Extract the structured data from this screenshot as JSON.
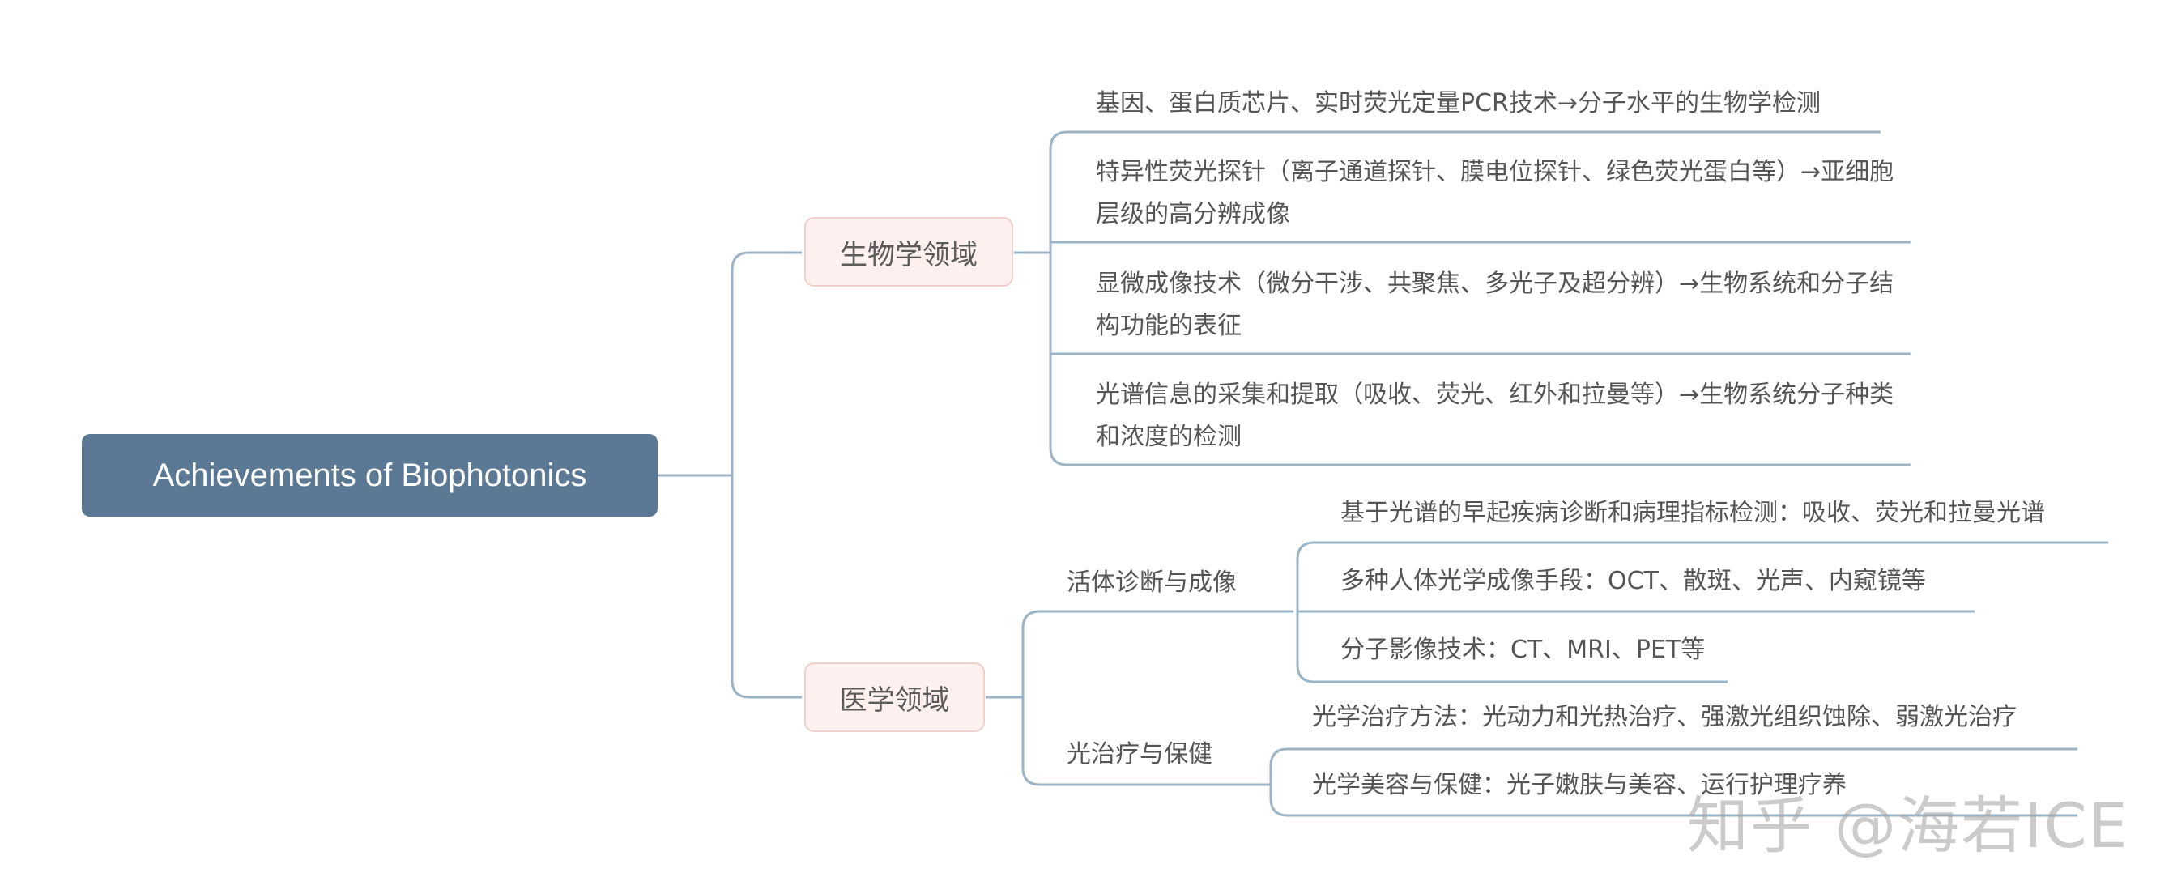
{
  "root": {
    "title": "Achievements of Biophotonics"
  },
  "bio": {
    "label": "生物学领域",
    "items": [
      "基因、蛋白质芯片、实时荧光定量PCR技术→分子水平的生物学检测",
      "特异性荧光探针（离子通道探针、膜电位探针、绿色荧光蛋白等）→亚细胞层级的高分辨成像",
      "显微成像技术（微分干涉、共聚焦、多光子及超分辨）→生物系统和分子结构功能的表征",
      "光谱信息的采集和提取（吸收、荧光、红外和拉曼等）→生物系统分子种类和浓度的检测"
    ]
  },
  "med": {
    "label": "医学领域",
    "diagnosis": {
      "label": "活体诊断与成像",
      "items": [
        "基于光谱的早起疾病诊断和病理指标检测：吸收、荧光和拉曼光谱",
        "多种人体光学成像手段：OCT、散斑、光声、内窥镜等",
        "分子影像技术：CT、MRI、PET等"
      ]
    },
    "therapy": {
      "label": "光治疗与保健",
      "items": [
        "光学治疗方法：光动力和光热治疗、强激光组织蚀除、弱激光治疗",
        "光学美容与保健：光子嫩肤与美容、运行护理疗养"
      ]
    }
  },
  "watermark": "知乎 @海若ICE",
  "colors": {
    "root_bg": "#5b7894",
    "branch_bg": "#fdf0ef",
    "branch_border": "#f0cfcc",
    "connector": "#9cb4c7",
    "text": "#555555"
  }
}
